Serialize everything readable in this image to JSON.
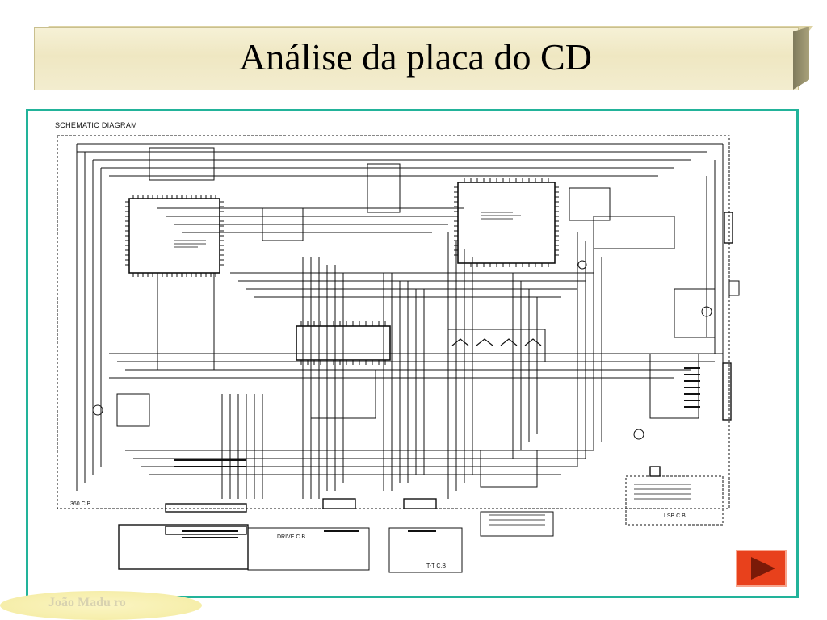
{
  "slide": {
    "title": "Análise da placa do CD",
    "author": "João Madu ro"
  },
  "diagram": {
    "caption": "SCHEMATIC DIAGRAM",
    "boards": [
      "360 C.B",
      "DRIVE C.B",
      "LSB C.B",
      "T-T C.B"
    ],
    "theme_color": "#22b39a"
  },
  "navigation": {
    "next_icon": "play-arrow-icon",
    "button_color": "#e8411c"
  }
}
